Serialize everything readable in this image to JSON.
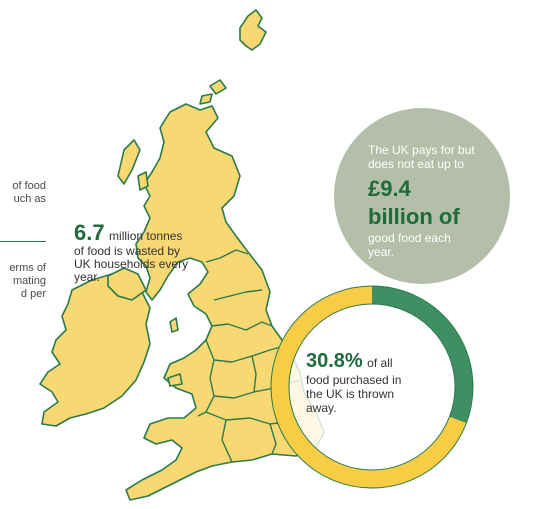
{
  "left_column": {
    "line1": "of food",
    "line2": "uch as",
    "line3": "erms of",
    "line4": "mating",
    "line5": "d per"
  },
  "household_stat": {
    "value": "6.7",
    "text_l1": "million tonnes",
    "text_l2": "of food is wasted by",
    "text_l3": "UK households every",
    "text_l4": "year."
  },
  "cost_stat": {
    "intro_l1": "The UK pays for but",
    "intro_l2": "does not eat up to",
    "amount_l1": "£9.4",
    "amount_l2": "billion of",
    "outro_l1": "good food each",
    "outro_l2": "year."
  },
  "purchase_stat": {
    "value": "30.8%",
    "text_l1": "of all",
    "text_l2": "food purchased in",
    "text_l3": "the UK is thrown",
    "text_l4": "away.",
    "fraction": 0.308
  },
  "colors": {
    "map_fill": "#f7d872",
    "map_stroke": "#2b7a4b",
    "donut_green": "#3f8f63",
    "donut_yellow": "#f6cd45",
    "bubble": "#b4bea8",
    "accent": "#1e6b3c"
  }
}
